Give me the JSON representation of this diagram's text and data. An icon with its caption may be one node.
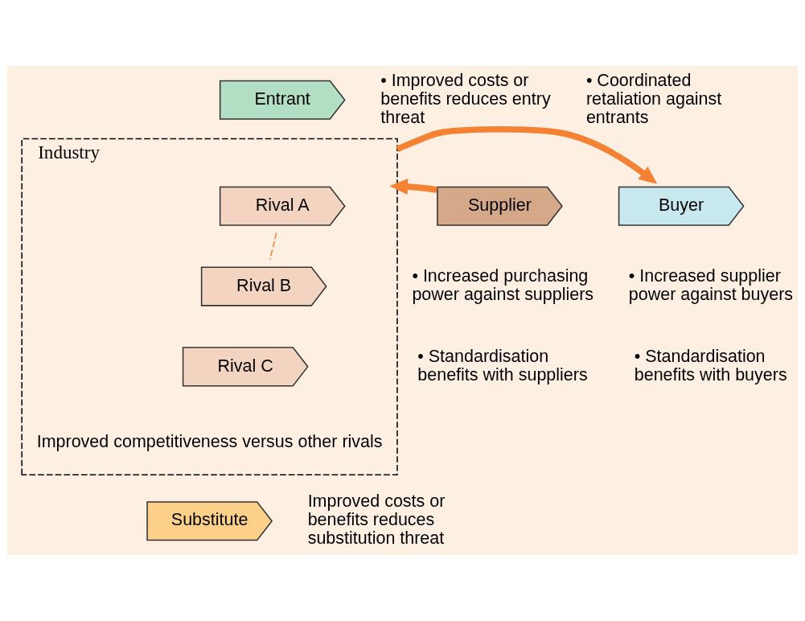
{
  "diagram": {
    "nodes": [
      {
        "text": [
          "Industry",
          "Improved competitiveness versus other rivals"
        ]
      },
      {
        "text": [
          "Rival A"
        ],
        "in": 0
      },
      {
        "text": [
          "Rival B"
        ],
        "in": 0
      },
      {
        "text": [
          "Rival C"
        ],
        "in": 0
      },
      {
        "text": [
          "Entrant"
        ],
        "beside": [
          "• Improved costs or benefits reduces entry threat",
          "• Coordinated retaliation against entrants"
        ]
      },
      {
        "text": [
          "Supplier"
        ],
        "beside": [
          "• Increased purchasing power against suppliers",
          "• Standardisation benefits with suppliers"
        ]
      },
      {
        "text": [
          "Buyer"
        ],
        "beside": [
          "• Increased supplier power against buyers",
          "• Standardisation benefits with buyers"
        ]
      },
      {
        "text": [
          "Substitute"
        ],
        "beside": [
          "Improved costs or benefits reduces substitution threat"
        ]
      }
    ],
    "edges": [
      {
        "from": 5,
        "to": 0,
        "arrow": "to"
      },
      {
        "from": 0,
        "to": 6,
        "arrow": "to"
      },
      {
        "from": 1,
        "to": 2,
        "arrow": "none",
        "style": "dashed"
      }
    ]
  }
}
